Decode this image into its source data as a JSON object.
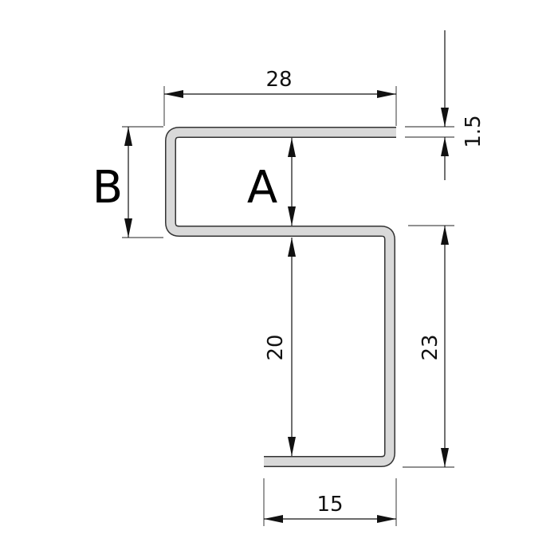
{
  "labels": {
    "letter_a": "A",
    "letter_b": "B"
  },
  "dimensions": {
    "top_width": "28",
    "thickness": "1.5",
    "inner_height": "20",
    "outer_height": "23",
    "bottom_width": "15"
  },
  "colors": {
    "profile_fill": "#d9d9d9",
    "profile_outline": "#333333",
    "lines": "#111111"
  }
}
